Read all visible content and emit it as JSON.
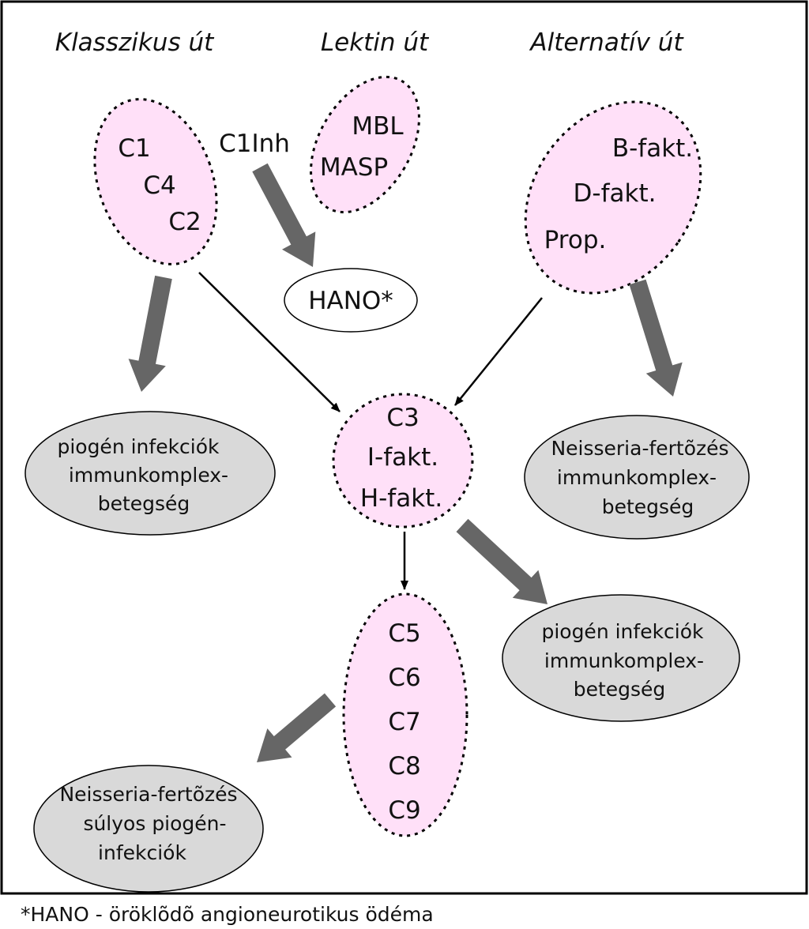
{
  "colors": {
    "pathway_fill": "#ffe0f8",
    "disease_fill": "#d9d9d9",
    "block_arrow": "#666666",
    "line": "#000000"
  },
  "headers": {
    "classical": "Klasszikus út",
    "lectin": "Lektin út",
    "alternative": "Alternatív út"
  },
  "classical_components": [
    "C1",
    "C4",
    "C2"
  ],
  "c1_inhibitor": "C1Inh",
  "lectin_components": [
    "MBL",
    "MASP"
  ],
  "alternative_components": [
    "B-fakt.",
    "D-fakt.",
    "Prop."
  ],
  "hano_label": "HANO*",
  "c3_components": [
    "C3",
    "I-fakt.",
    "H-fakt."
  ],
  "terminal_components": [
    "C5",
    "C6",
    "C7",
    "C8",
    "C9"
  ],
  "disease_classical": [
    "piogén infekciók",
    "immunkomplex-",
    "betegség"
  ],
  "disease_alternative": [
    "Neisseria-fertõzés",
    "immunkomplex-",
    "betegség"
  ],
  "disease_c3": [
    "piogén infekciók",
    "immunkomplex-",
    "betegség"
  ],
  "disease_terminal": [
    "Neisseria-fertõzés",
    "súlyos piogén-",
    "infekciók"
  ],
  "footnote": "*HANO - öröklõdõ angioneurotikus ödéma"
}
